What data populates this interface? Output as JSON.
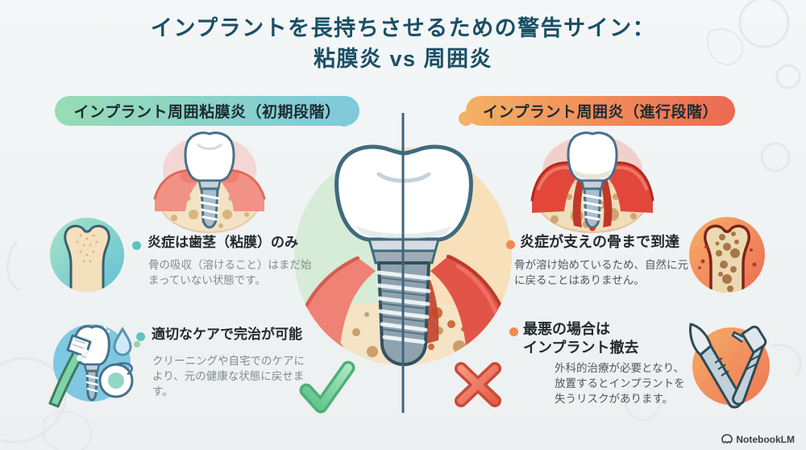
{
  "title": {
    "line1": "インプラントを長持ちさせるための警告サイン：",
    "line2": "粘膜炎 vs 周囲炎"
  },
  "left_panel": {
    "badge": "インプラント周囲粘膜炎（初期段階）",
    "illustration": "implant-with-mild-gum-inflammation",
    "points": [
      {
        "icon": "healthy-bone-icon",
        "title": "炎症は歯茎（粘膜）のみ",
        "desc": "骨の吸収（溶けること）はまだ始まっていない状態です。"
      },
      {
        "icon": "home-care-icon",
        "title": "適切なケアで完治が可能",
        "desc": "クリーニングや自宅でのケアにより、元の健康な状態に戻せます。"
      }
    ],
    "verdict_icon": "check-icon"
  },
  "right_panel": {
    "badge": "インプラント周囲炎（進行段階）",
    "illustration": "implant-with-severe-inflammation-and-bone-loss",
    "points": [
      {
        "icon": "bone-loss-icon",
        "title": "炎症が支えの骨まで到達",
        "desc": "骨が溶け始めているため、自然に元に戻ることはありません。"
      },
      {
        "icon": "surgery-tools-icon",
        "title": "最悪の場合は\nインプラント撤去",
        "desc": "外科的治療が必要となり、放置するとインプラントを失うリスクがあります。"
      }
    ],
    "verdict_icon": "cross-icon"
  },
  "center": {
    "illustration": "split-implant-cross-section-healthy-vs-inflamed"
  },
  "footer": {
    "brand": "NotebookLM"
  },
  "colors": {
    "title_text": "#1a4f66",
    "badge_left_start": "#97dcb4",
    "badge_left_end": "#7fc9dd",
    "badge_right_start": "#f4b064",
    "badge_right_end": "#ec6a52",
    "bullet_left": "#5fc4c2",
    "bullet_right": "#f0894f",
    "point_title_text": "#24292d",
    "desc_left_text": "#83898c",
    "desc_right_text": "#51575b",
    "check_green": "#59c186",
    "cross_red": "#e45f49",
    "divider": "#40637b",
    "circle_left_half": "#d6ecd8",
    "circle_right_half": "#f8e0bb"
  }
}
